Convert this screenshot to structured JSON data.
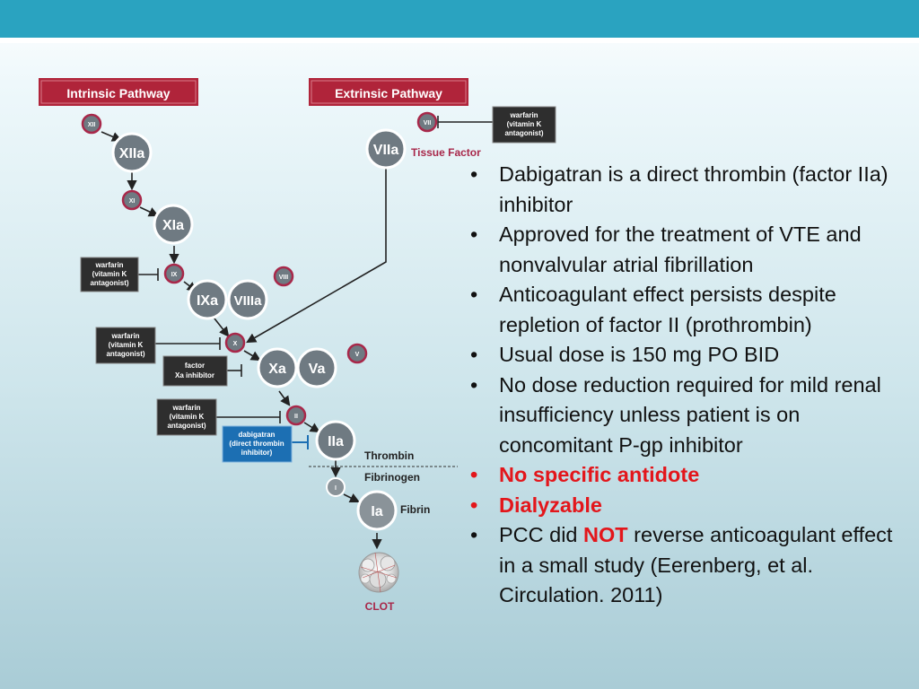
{
  "header": {
    "bar_color": "#2aa3c0"
  },
  "diagram": {
    "intrinsic_label": "Intrinsic Pathway",
    "extrinsic_label": "Extrinsic Pathway",
    "tissue_factor": "Tissue Factor",
    "thrombin_label": "Thrombin",
    "fibrinogen_label": "Fibrinogen",
    "fibrin_label": "Fibrin",
    "clot_label": "CLOT",
    "factors": {
      "XII": "XII",
      "XIIa": "XIIa",
      "XI": "XI",
      "XIa": "XIa",
      "IX": "IX",
      "IXa": "IXa",
      "VIII": "VIII",
      "VIIIa": "VIIIa",
      "VII": "VII",
      "VIIa": "VIIa",
      "X": "X",
      "Xa": "Xa",
      "V": "V",
      "Va": "Va",
      "II": "II",
      "IIa": "IIa",
      "I": "I",
      "Ia": "Ia"
    },
    "inhibitor_boxes": {
      "warfarin_extrinsic": [
        "warfarin",
        "(vitamin K",
        "antagonist)"
      ],
      "warfarin_ix": [
        "warfarin",
        "(vitamin K",
        "antagonist)"
      ],
      "warfarin_x": [
        "warfarin",
        "(vitamin K",
        "antagonist)"
      ],
      "factor_xa_inhibitor": [
        "factor",
        "Xa inhibitor"
      ],
      "warfarin_ii": [
        "warfarin",
        "(vitamin K",
        "antagonist)"
      ],
      "dabigatran": [
        "dabigatran",
        "(direct thrombin",
        "inhibitor)"
      ]
    },
    "colors": {
      "banner": "#b0243a",
      "dabigatran_box": "#1c6fb3",
      "factor_circle": "#6f7a82",
      "inhibitor_box": "#2e2e2e"
    }
  },
  "bullets": [
    {
      "text": "Dabigatran is a direct thrombin (factor IIa) inhibitor",
      "style": "normal"
    },
    {
      "text": "Approved for the treatment of VTE and nonvalvular atrial fibrillation",
      "style": "normal"
    },
    {
      "text": "Anticoagulant effect persists despite repletion of factor II (prothrombin)",
      "style": "normal"
    },
    {
      "text": "Usual dose is 150 mg PO BID",
      "style": "normal"
    },
    {
      "text": "No dose reduction required for mild renal insufficiency unless patient is on concomitant P-gp inhibitor",
      "style": "normal"
    },
    {
      "text": "No specific antidote",
      "style": "red"
    },
    {
      "text": "Dialyzable",
      "style": "red"
    },
    {
      "prefix": "PCC did ",
      "emph": "NOT",
      "suffix": " reverse anticoagulant effect in a small study (Eerenberg, et al. Circulation. 2011)",
      "style": "mixed"
    }
  ]
}
